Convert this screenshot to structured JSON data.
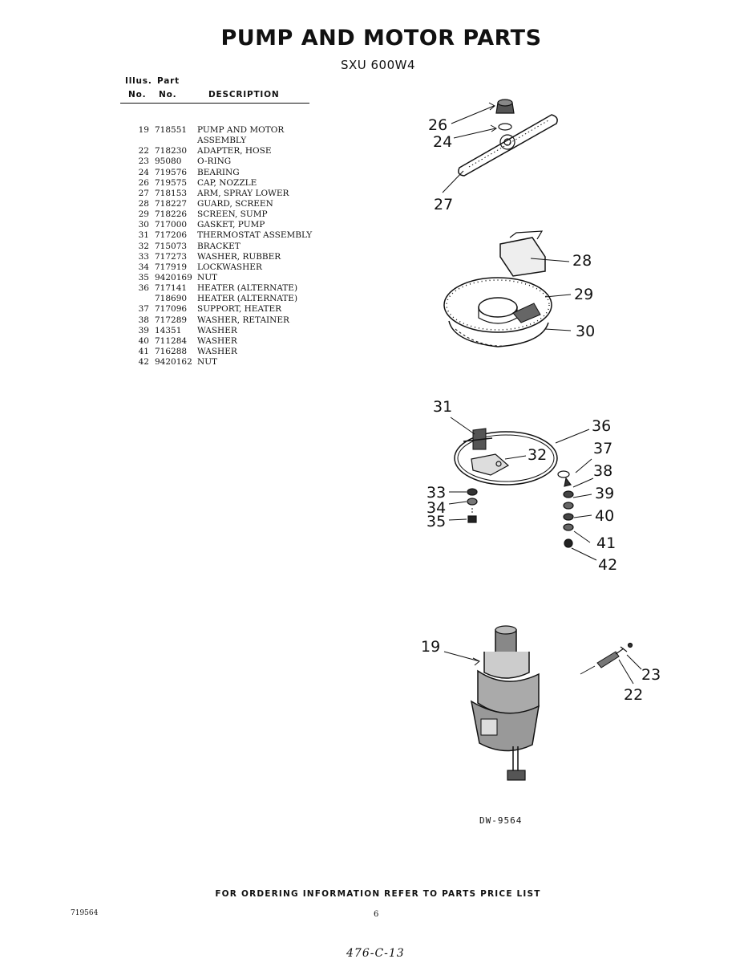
{
  "title": "PUMP AND MOTOR PARTS",
  "model": "SXU 600W4",
  "table_header": {
    "illus_top": "Illus.",
    "part_top": "Part",
    "illus_no": "No.",
    "part_no": "No.",
    "description": "DESCRIPTION"
  },
  "parts": [
    {
      "illus": "19",
      "part": "718551",
      "desc": "PUMP AND MOTOR"
    },
    {
      "illus": "",
      "part": "",
      "desc": "ASSEMBLY"
    },
    {
      "illus": "22",
      "part": "718230",
      "desc": "ADAPTER, HOSE"
    },
    {
      "illus": "23",
      "part": "95080",
      "desc": "O-RING"
    },
    {
      "illus": "24",
      "part": "719576",
      "desc": "BEARING"
    },
    {
      "illus": "26",
      "part": "719575",
      "desc": "CAP, NOZZLE"
    },
    {
      "illus": "27",
      "part": "718153",
      "desc": "ARM, SPRAY LOWER"
    },
    {
      "illus": "28",
      "part": "718227",
      "desc": "GUARD, SCREEN"
    },
    {
      "illus": "29",
      "part": "718226",
      "desc": "SCREEN, SUMP"
    },
    {
      "illus": "30",
      "part": "717000",
      "desc": "GASKET, PUMP"
    },
    {
      "illus": "31",
      "part": "717206",
      "desc": "THERMOSTAT ASSEMBLY"
    },
    {
      "illus": "32",
      "part": "715073",
      "desc": "BRACKET"
    },
    {
      "illus": "33",
      "part": "717273",
      "desc": "WASHER, RUBBER"
    },
    {
      "illus": "34",
      "part": "717919",
      "desc": "LOCKWASHER"
    },
    {
      "illus": "35",
      "part": "9420169",
      "desc": "NUT"
    },
    {
      "illus": "36",
      "part": "717141",
      "desc": "HEATER (ALTERNATE)"
    },
    {
      "illus": "",
      "part": "718690",
      "desc": "HEATER (ALTERNATE)"
    },
    {
      "illus": "37",
      "part": "717096",
      "desc": "SUPPORT, HEATER"
    },
    {
      "illus": "38",
      "part": "717289",
      "desc": "WASHER, RETAINER"
    },
    {
      "illus": "39",
      "part": "14351",
      "desc": "WASHER"
    },
    {
      "illus": "40",
      "part": "711284",
      "desc": "WASHER"
    },
    {
      "illus": "41",
      "part": "716288",
      "desc": "WASHER"
    },
    {
      "illus": "42",
      "part": "9420162",
      "desc": "NUT"
    }
  ],
  "callouts": {
    "c26": "26",
    "c24": "24",
    "c27": "27",
    "c28": "28",
    "c29": "29",
    "c30": "30",
    "c31": "31",
    "c36": "36",
    "c37": "37",
    "c32": "32",
    "c38": "38",
    "c33": "33",
    "c39": "39",
    "c34": "34",
    "c40": "40",
    "c35": "35",
    "c41": "41",
    "c42": "42",
    "c19": "19",
    "c23": "23",
    "c22": "22"
  },
  "drawing_number": "DW-9564",
  "footer": "FOR ORDERING INFORMATION REFER TO PARTS PRICE LIST",
  "document_number": "719564",
  "page_number": "6",
  "handwritten_note": "476-C-13"
}
